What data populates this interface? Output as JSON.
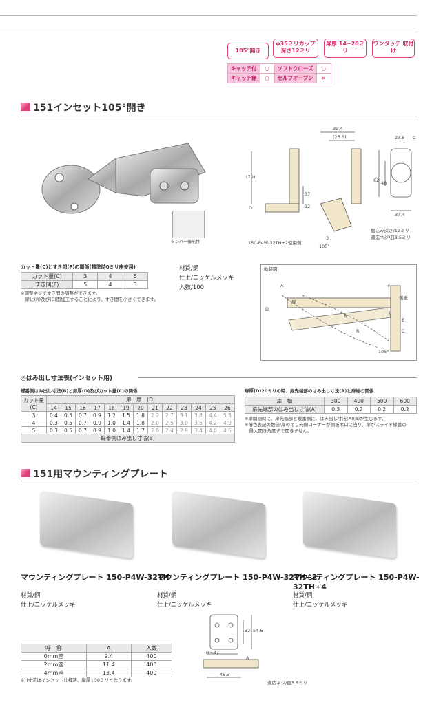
{
  "features": {
    "badges": [
      "105°開き",
      "φ35ミリカップ 深さ12ミリ",
      "扉厚 14~20ミリ",
      "ワンタッチ 取付け"
    ],
    "rows": [
      [
        "キャッチ付",
        "○",
        "ソフトクローズ",
        "○"
      ],
      [
        "キャッチ無",
        "○",
        "セルフオープン",
        "×"
      ]
    ]
  },
  "section1": {
    "title": "151インセット105°開き",
    "damper_label": "ダンパー機能付",
    "drawing_label": "150-P4W-32TH+2使用例",
    "bore_note": [
      "掘込み深さ/12ミリ",
      "適応ネジ/皿3.5ミリ"
    ],
    "dims": {
      "d1": "39.4",
      "d2": "(26.5)",
      "d3": "(70)",
      "d4": "37",
      "d5": "12",
      "d6": "3",
      "d7": "105°",
      "d8": "62",
      "d9": "48",
      "d10": "23.5",
      "d11": "37.4",
      "D": "D",
      "C": "C"
    },
    "material": [
      "材質/鋼",
      "仕上/ニッケルメッキ",
      "入数/100"
    ],
    "table_title": "カット量(C)とすき間(F)の関係(標準時0ミリ座使用)",
    "table": {
      "rows": [
        [
          "カット量(C)",
          "3",
          "4",
          "5"
        ],
        [
          "すき間(F)",
          "5",
          "4",
          "3"
        ]
      ]
    },
    "table_notes": [
      "※調整ネジですき間の調整ができます。",
      "　扉に(R)及び(C)面加工することにより、すき間を小さくできます。"
    ],
    "track_label": "軌跡図",
    "track_dims": {
      "A": "A",
      "F": "F",
      "D": "D",
      "B": "B",
      "C": "C",
      "door": "扉",
      "side": "側板",
      "angle": "105°",
      "r1": "R",
      "r2": "R"
    }
  },
  "overhang": {
    "title": "◎はみ出し寸法表(インセット用)",
    "left_title": "蝶番側はみ出し寸法(B)と扉厚(D)及びカット量(C)の関係",
    "head1": "カット量(C)",
    "head2": "扉　厚　(D)",
    "thick": [
      "14",
      "15",
      "16",
      "17",
      "18",
      "19",
      "20",
      "21",
      "22",
      "23",
      "24",
      "25",
      "26"
    ],
    "rows": [
      {
        "c": "3",
        "v": [
          "0.4",
          "0.5",
          "0.7",
          "0.9",
          "1.2",
          "1.5",
          "1.8",
          "2.2",
          "2.7",
          "3.1",
          "3.8",
          "4.4",
          "5.3"
        ]
      },
      {
        "c": "4",
        "v": [
          "0.3",
          "0.5",
          "0.7",
          "0.9",
          "1.0",
          "1.4",
          "1.8",
          "2.0",
          "2.5",
          "3.0",
          "3.6",
          "4.2",
          "4.9"
        ]
      },
      {
        "c": "5",
        "v": [
          "0.3",
          "0.5",
          "0.7",
          "0.9",
          "1.0",
          "1.4",
          "1.7",
          "2.0",
          "2.4",
          "2.9",
          "3.4",
          "4.0",
          "4.6"
        ]
      }
    ],
    "foot": "蝶番側はみ出し寸法(B)",
    "right_title": "扉厚(D)20ミリの時、扉先端部のはみ出し寸法(A)と扉幅の関係",
    "right_head": [
      "扉　幅",
      "300",
      "400",
      "500",
      "600"
    ],
    "right_row": [
      "扉先端部のはみ出し寸法(A)",
      "0.3",
      "0.2",
      "0.2",
      "0.2"
    ],
    "right_notes": [
      "※扉開閉時に、扉先端部と蝶番側に、はみ出し寸法(A)(B)が生じます。",
      "※薄色表記の数値/扉の吊り元側コーナーが側板木口に当り、扉がスライド蝶番の",
      "　最大開き角度まで開きません。"
    ]
  },
  "section2": {
    "title": "151用マウンティングプレート",
    "plates": [
      {
        "name": "マウンティングプレート 150-P4W-32TH",
        "mat": "材質/鋼",
        "fin": "仕上/ニッケルメッキ"
      },
      {
        "name": "マウンティングプレート 150-P4W-32TH+2",
        "mat": "材質/鋼",
        "fin": "仕上/ニッケルメッキ"
      },
      {
        "name": "マウンティングプレート 150-P4W-32TH+4",
        "mat": "材質/鋼",
        "fin": "仕上/ニッケルメッキ"
      }
    ],
    "table": {
      "head": [
        "呼　称",
        "A",
        "入数"
      ],
      "rows": [
        [
          "0mm座",
          "9.4",
          "400"
        ],
        [
          "2mm座",
          "11.4",
          "400"
        ],
        [
          "4mm座",
          "13.4",
          "400"
        ]
      ]
    },
    "table_note": "※H寸法はインセット仕様時、扉厚+38ミリとなります。",
    "dims": {
      "a": "32",
      "b": "54.6",
      "h": "H=37",
      "w": "45.3",
      "A": "A"
    },
    "screw": "適応ネジ/皿3.5ミリ"
  }
}
